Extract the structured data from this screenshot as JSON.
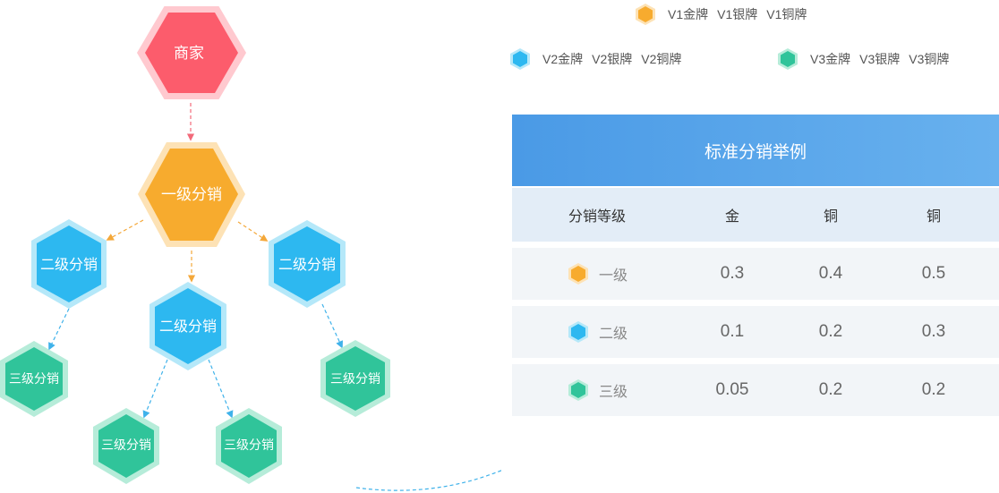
{
  "diagram": {
    "merchant": "商家",
    "level1": "一级分销",
    "level2": [
      "二级分销",
      "二级分销",
      "二级分销"
    ],
    "level3": [
      "三级分销",
      "三级分销",
      "三级分销",
      "三级分销"
    ]
  },
  "legend": {
    "v1": [
      "V1金牌",
      "V1银牌",
      "V1铜牌"
    ],
    "v2": [
      "V2金牌",
      "V2银牌",
      "V2铜牌"
    ],
    "v3": [
      "V3金牌",
      "V3银牌",
      "V3铜牌"
    ]
  },
  "table": {
    "title": "标准分销举例",
    "columns": [
      "分销等级",
      "金",
      "铜",
      "铜"
    ],
    "rows": [
      {
        "level": "一级",
        "values": [
          "0.3",
          "0.4",
          "0.5"
        ]
      },
      {
        "level": "二级",
        "values": [
          "0.1",
          "0.2",
          "0.3"
        ]
      },
      {
        "level": "三级",
        "values": [
          "0.05",
          "0.2",
          "0.2"
        ]
      }
    ]
  },
  "colors": {
    "merchant": "#fc5c6c",
    "level1": "#f7ab2e",
    "level2": "#2db8f0",
    "level3": "#30c49a",
    "arrow_red": "#f26a7a",
    "arrow_orange": "#f4a83a",
    "arrow_blue": "#3fb2ea"
  }
}
